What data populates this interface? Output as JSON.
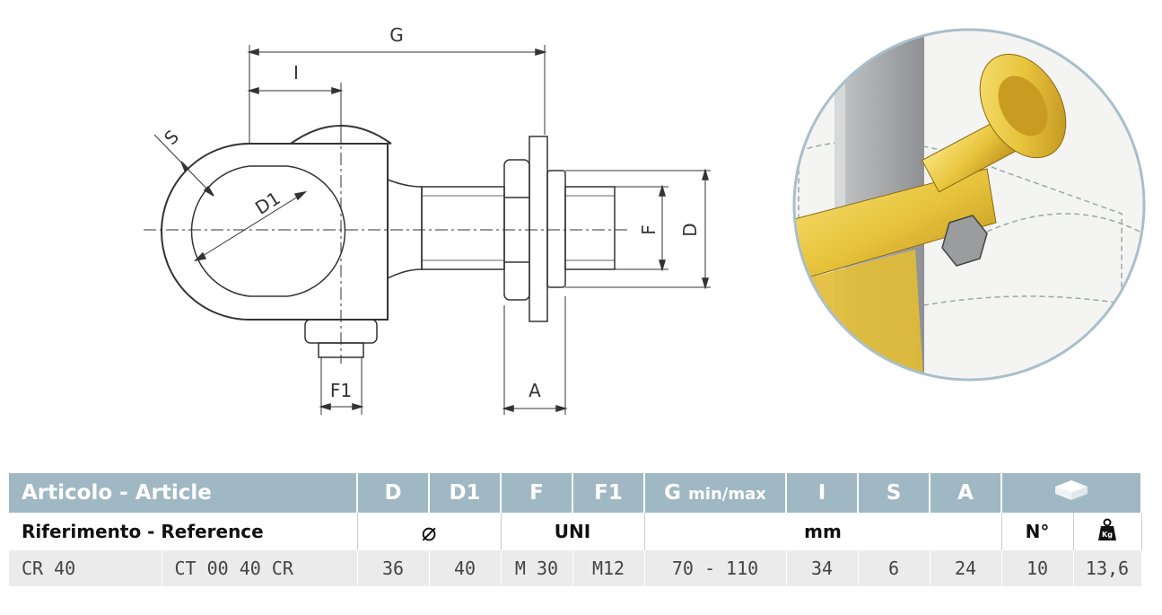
{
  "drawing": {
    "labels": {
      "G": "G",
      "I": "I",
      "S": "S",
      "D1": "D1",
      "F": "F",
      "D": "D",
      "F1": "F1",
      "A": "A"
    }
  },
  "table": {
    "header": {
      "article": "Articolo - Article",
      "D": "D",
      "D1": "D1",
      "F": "F",
      "F1": "F1",
      "G": "G",
      "G_sub": "min/max",
      "I": "I",
      "S": "S",
      "A": "A"
    },
    "subheader": {
      "reference": "Riferimento - Reference",
      "diameter_symbol": "⌀",
      "uni": "UNI",
      "mm": "mm",
      "count": "N°",
      "weight_unit": "Kg"
    },
    "row": {
      "code": "CR 40",
      "reference": "CT 00 40 CR",
      "D": "36",
      "D1": "40",
      "F": "M 30",
      "F1": "M12",
      "G": "70 - 110",
      "I": "34",
      "S": "6",
      "A": "24",
      "count": "10",
      "weight": "13,6"
    }
  },
  "colors": {
    "header_bg": "#9fb8c4",
    "data_bg": "#ebebeb",
    "brass": "#e8c43c"
  }
}
